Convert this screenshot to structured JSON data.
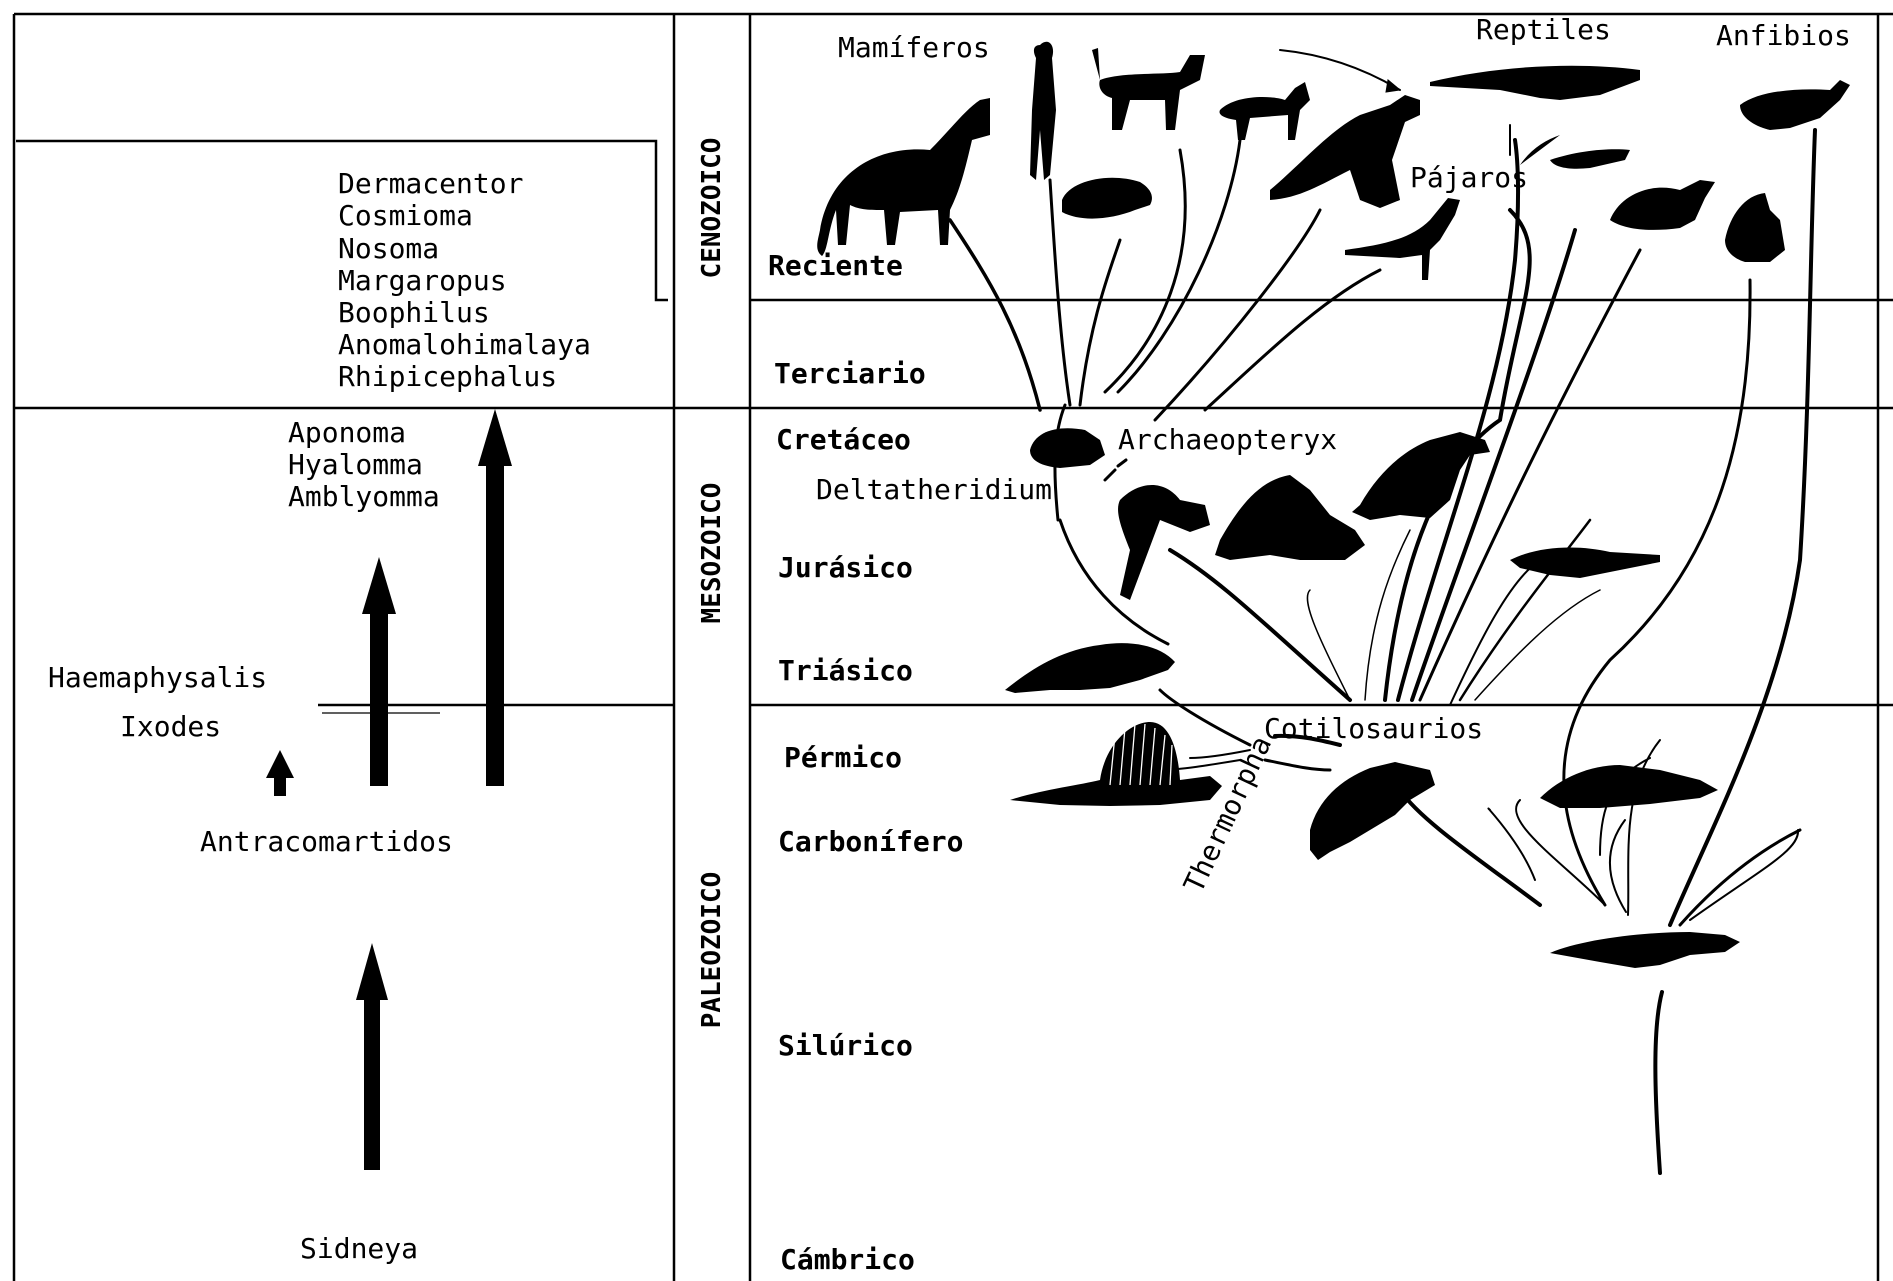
{
  "eras": {
    "cenozoic": "CENOZOICO",
    "mesozoic": "MESOZOICO",
    "paleozoic": "PALEOZOICO"
  },
  "periods": {
    "recent": "Reciente",
    "tertiary": "Terciario",
    "cretaceous": "Cretáceo",
    "jurassic": "Jurásico",
    "triassic": "Triásico",
    "permian": "Pérmico",
    "carboniferous": "Carbonífero",
    "silurian": "Silúrico",
    "cambrian": "Cámbrico"
  },
  "ticks": {
    "cenozoic_group": [
      "Dermacentor",
      "Cosmioma",
      "Nosoma",
      "Margaropus",
      "Boophilus",
      "Anomalohimalaya",
      "Rhipicephalus"
    ],
    "mesozoic_group": [
      "Aponoma",
      "Hyalomma",
      "Amblyomma"
    ],
    "haemaphysalis": "Haemaphysalis",
    "ixodes": "Ixodes",
    "antracomartidos": "Antracomartidos",
    "sidneya": "Sidneya"
  },
  "animals": {
    "mamiferos": "Mamíferos",
    "reptiles": "Reptiles",
    "anfibios": "Anfibios",
    "pajaros": "Pájaros",
    "archaeopteryx": "Archaeopteryx",
    "deltatheridium": "Deltatheridium",
    "cotilosaurios": "Cotilosaurios",
    "thermorpha": "Thermorpha"
  }
}
